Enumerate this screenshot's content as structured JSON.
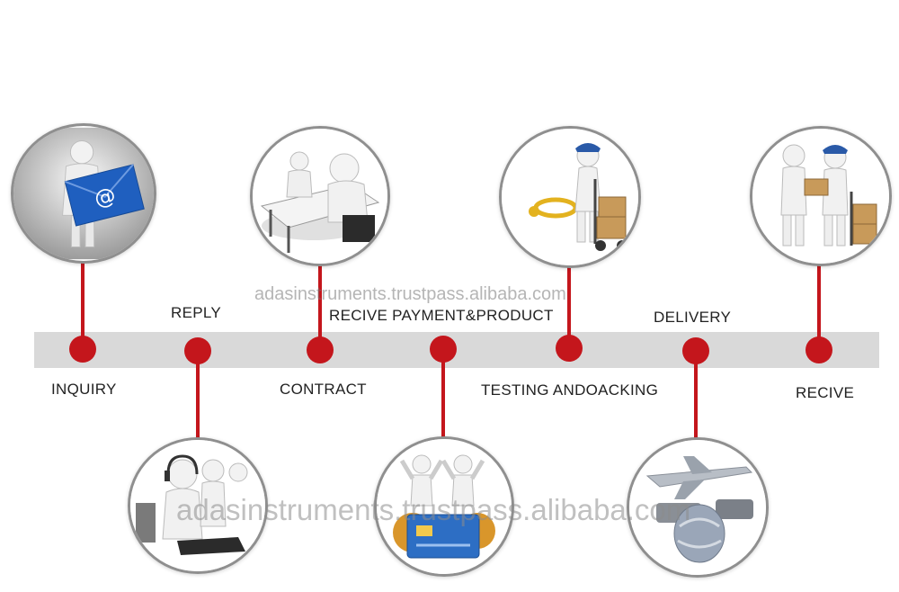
{
  "steps": [
    {
      "label": "INQUIRY",
      "icon": "email-icon"
    },
    {
      "label": "REPLY",
      "icon": "headset-agent-icon"
    },
    {
      "label": "CONTRACT",
      "icon": "meeting-table-icon"
    },
    {
      "label": "RECIVE PAYMENT&PRODUCT",
      "icon": "payment-card-icon"
    },
    {
      "label": "TESTING ANDOACKING",
      "icon": "packing-cart-icon"
    },
    {
      "label": "DELIVERY",
      "icon": "airplane-cargo-icon"
    },
    {
      "label": "RECIVE",
      "icon": "handover-package-icon"
    }
  ],
  "watermark": {
    "top": "adasinstruments.trustpass.alibaba.com",
    "bottom": "adasinstruments.trustpass.alibaba.com"
  },
  "colors": {
    "accent": "#c4161c",
    "band": "#d9d9d9",
    "envelope": "#1f5fbf",
    "cap": "#2a5aa8",
    "box": "#c89a5a"
  }
}
